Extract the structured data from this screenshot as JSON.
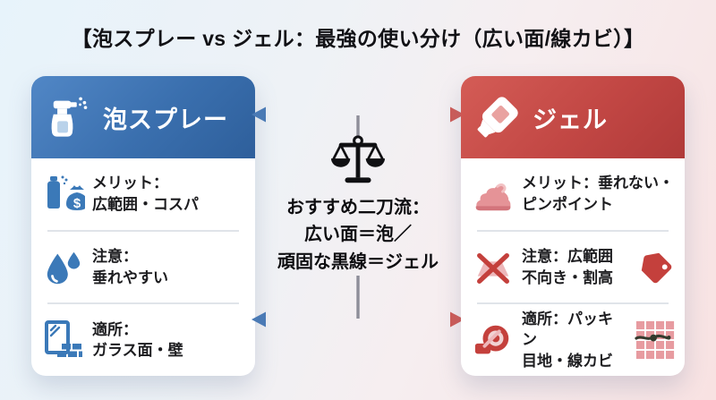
{
  "title": "【泡スプレー vs ジェル：最強の使い分け（広い面/線カビ）】",
  "colors": {
    "left_accent": "#3b79b8",
    "right_accent": "#c4403c",
    "arrow_left_head": "#4a7ab5",
    "arrow_right_head": "#cf5b57",
    "connector_gray": "#8e8e99",
    "card_bg": "#ffffff"
  },
  "left_card": {
    "header": {
      "label": "泡スプレー",
      "icon": "spray-bottle-icon"
    },
    "rows": [
      {
        "icons": [
          "spray-can-icon",
          "money-bag-icon"
        ],
        "text": "メリット：\n広範囲・コスパ"
      },
      {
        "icons": [
          "water-drops-icon"
        ],
        "text": "注意：\n垂れやすい"
      },
      {
        "icons": [
          "glass-window-icon",
          "brick-wall-icon"
        ],
        "text": "適所：\nガラス面・壁"
      }
    ]
  },
  "center": {
    "icon": "balance-scale-icon",
    "arrows": "double-headed-blue-to-red",
    "text": "おすすめ二刀流：\n広い面＝泡／\n頑固な黒線＝ジェル"
  },
  "right_card": {
    "header": {
      "label": "ジェル",
      "icon": "gel-tube-icon"
    },
    "rows": [
      {
        "icons": [
          "cream-dollop-icon"
        ],
        "text": "メリット：垂れない・\nピンポイント"
      },
      {
        "icons": [
          "no-wide-area-icon",
          "price-tag-icon"
        ],
        "text": "注意：広範囲\n不向き・割高"
      },
      {
        "icons": [
          "packing-roll-icon",
          "tile-mold-icon"
        ],
        "text": "適所：パッキン\n目地・線カビ"
      }
    ]
  }
}
